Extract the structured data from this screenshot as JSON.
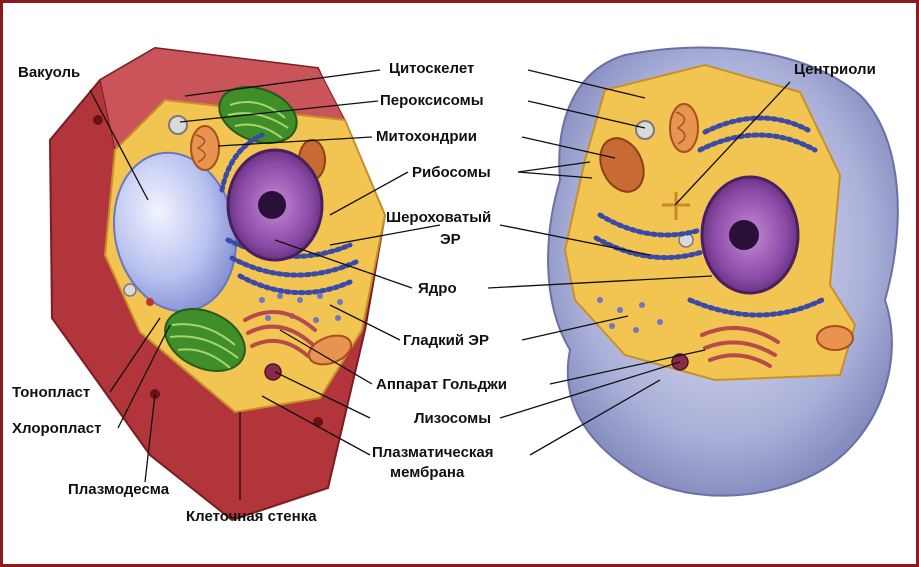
{
  "labels": {
    "vacuole": "Вакуоль",
    "cytoskeleton": "Цитоскелет",
    "centrioles": "Центриоли",
    "peroxisomes": "Пероксисомы",
    "mitochondria": "Митохондрии",
    "ribosomes": "Рибосомы",
    "rough_er_line1": "Шероховатый",
    "rough_er_line2": "ЭР",
    "nucleus": "Ядро",
    "smooth_er": "Гладкий ЭР",
    "golgi": "Аппарат Гольджи",
    "tonoplast": "Тонопласт",
    "lysosomes": "Лизосомы",
    "chloroplast": "Хлоропласт",
    "plasma_membrane_line1": "Плазматическая",
    "plasma_membrane_line2": "мембрана",
    "plasmodesma": "Плазмодесма",
    "cell_wall": "Клеточная стенка"
  },
  "colors": {
    "frame": "#8b1a1a",
    "cell_wall": "#b2353b",
    "cytoplasm": "#f2c451",
    "vacuole": "#b9c2f0",
    "nucleus": "#8a4aa6",
    "chloroplast": "#3f8e2a",
    "mitochondrion": "#d9733a",
    "animal_outer": "#aab0d8"
  }
}
